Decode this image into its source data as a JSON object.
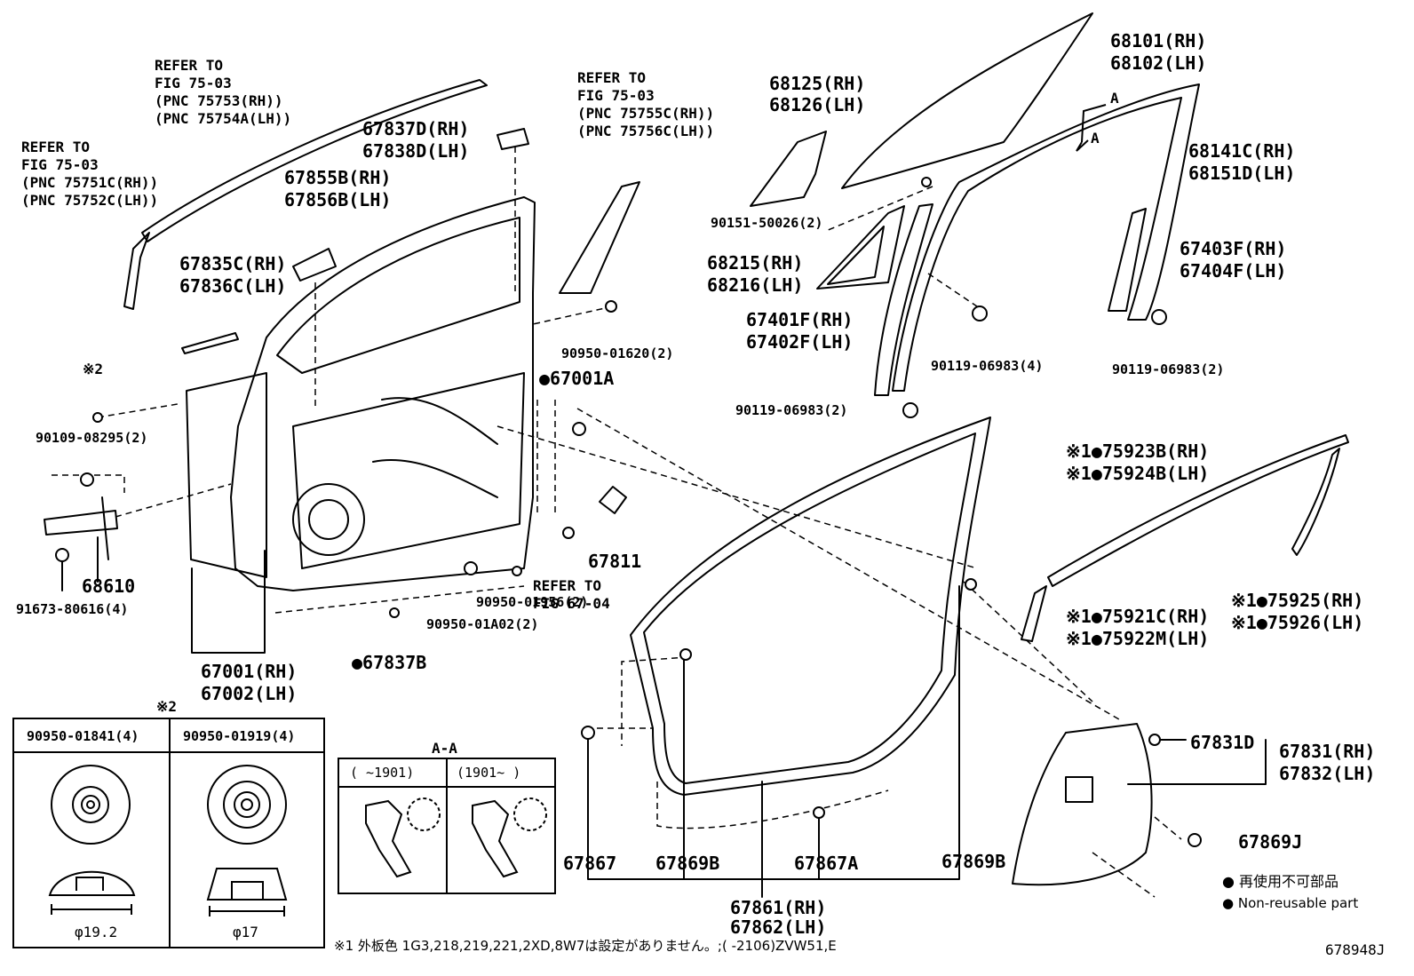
{
  "refs": {
    "roof": [
      "REFER TO",
      "FIG 75-03",
      "(PNC 75753(RH))",
      "(PNC 75754A(LH))"
    ],
    "pillar_left": [
      "REFER TO",
      "FIG 75-03",
      "(PNC 75751C(RH))",
      "(PNC 75752C(LH))"
    ],
    "pillar_mid": [
      "REFER TO",
      "FIG 75-03",
      "(PNC 75755C(RH))",
      "(PNC 75756C(LH))"
    ],
    "fig6704": [
      "REFER TO",
      "FIG 67-04"
    ]
  },
  "parts": {
    "p67837d_rh": "67837D(RH)",
    "p67838d_lh": "67838D(LH)",
    "p67855b_rh": "67855B(RH)",
    "p67856b_lh": "67856B(LH)",
    "p67835c_rh": "67835C(RH)",
    "p67836c_lh": "67836C(LH)",
    "p68125_rh": "68125(RH)",
    "p68126_lh": "68126(LH)",
    "p68101_rh": "68101(RH)",
    "p68102_lh": "68102(LH)",
    "p68141c_rh": "68141C(RH)",
    "p68151d_lh": "68151D(LH)",
    "p68215_rh": "68215(RH)",
    "p68216_lh": "68216(LH)",
    "p67401f_rh": "67401F(RH)",
    "p67402f_lh": "67402F(LH)",
    "p67403f_rh": "67403F(RH)",
    "p67404f_lh": "67404F(LH)",
    "p90151": "90151-50026(2)",
    "p90119_a": "90119-06983(4)",
    "p90119_b": "90119-06983(2)",
    "p90119_c": "90119-06983(2)",
    "p90950_01620": "90950-01620(2)",
    "p67001a": "67001A",
    "p90109": "90109-08295(2)",
    "p68610": "68610",
    "p91673": "91673-80616(4)",
    "p67811": "67811",
    "p90950_01956": "90950-01956(2)",
    "p90950_01a02": "90950-01A02(2)",
    "p67837b": "67837B",
    "p67001_rh": "67001(RH)",
    "p67002_lh": "67002(LH)",
    "p75923b_rh": "75923B(RH)",
    "p75924b_lh": "75924B(LH)",
    "p75921c_rh": "75921C(RH)",
    "p75922m_lh": "75922M(LH)",
    "p75925_rh": "75925(RH)",
    "p75926_lh": "75926(LH)",
    "p67831d": "67831D",
    "p67831_rh": "67831(RH)",
    "p67832_lh": "67832(LH)",
    "p67869j": "67869J",
    "p67867": "67867",
    "p67869b_a": "67869B",
    "p67867a": "67867A",
    "p67869b_b": "67869B",
    "p67861_rh": "67861(RH)",
    "p67862_lh": "67862(LH)"
  },
  "marks": {
    "note1": "※1",
    "note2": "※2",
    "arrow_a": "A"
  },
  "clip_table": {
    "col1": {
      "title": "90950-01841(4)",
      "dim": "φ19.2"
    },
    "col2": {
      "title": "90950-01919(4)",
      "dim": "φ17"
    }
  },
  "section_aa": {
    "title": "A-A",
    "col1": "(   ~1901)",
    "col2": "(1901~   )"
  },
  "legend": {
    "jp": "再使用不可部品",
    "en": "Non-reusable part"
  },
  "footnote": "※1 外板色 1G3,218,219,221,2XD,8W7は設定がありません。;(     -2106)ZVW51,E",
  "figure_code": "678948J"
}
